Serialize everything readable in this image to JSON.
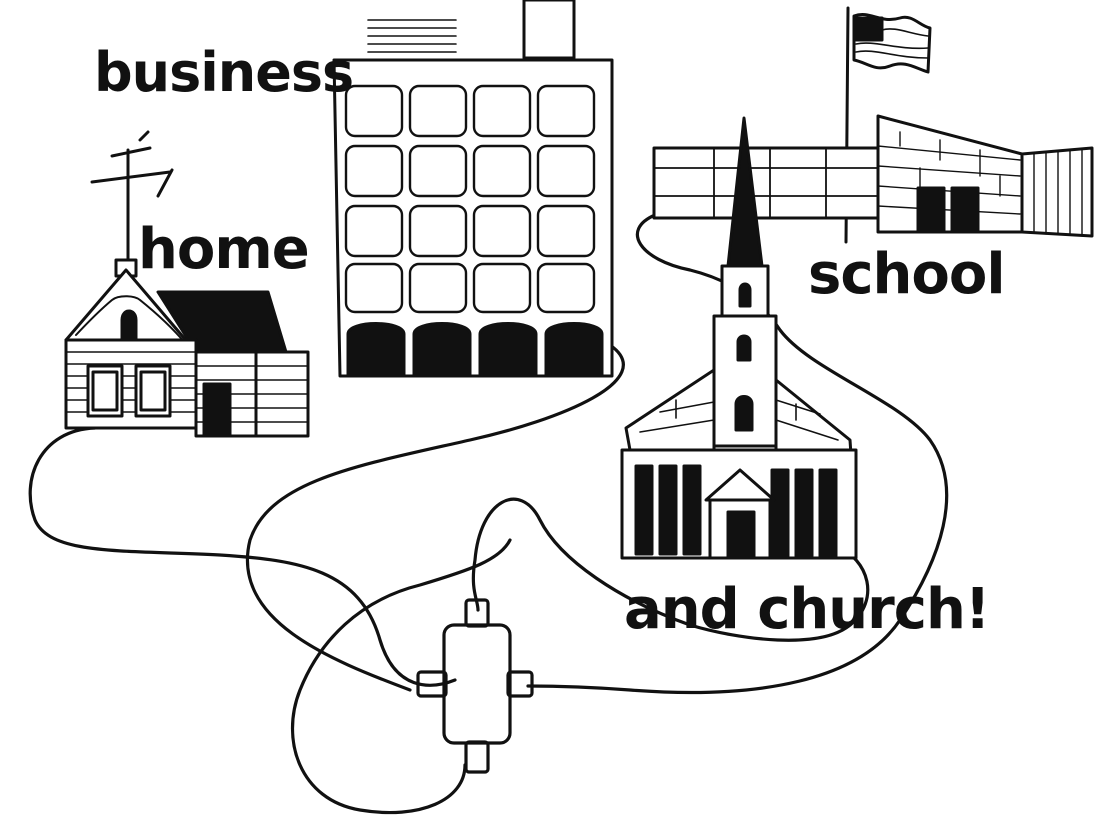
{
  "labels": {
    "business": "business",
    "home": "home",
    "school": "school",
    "church": "and church!"
  },
  "colors": {
    "ink": "#111111",
    "background": "#ffffff"
  },
  "icons": [
    "house-icon",
    "office-building-icon",
    "school-building-icon",
    "church-icon",
    "flag-icon",
    "tv-antenna-icon",
    "cable-connector-icon"
  ]
}
